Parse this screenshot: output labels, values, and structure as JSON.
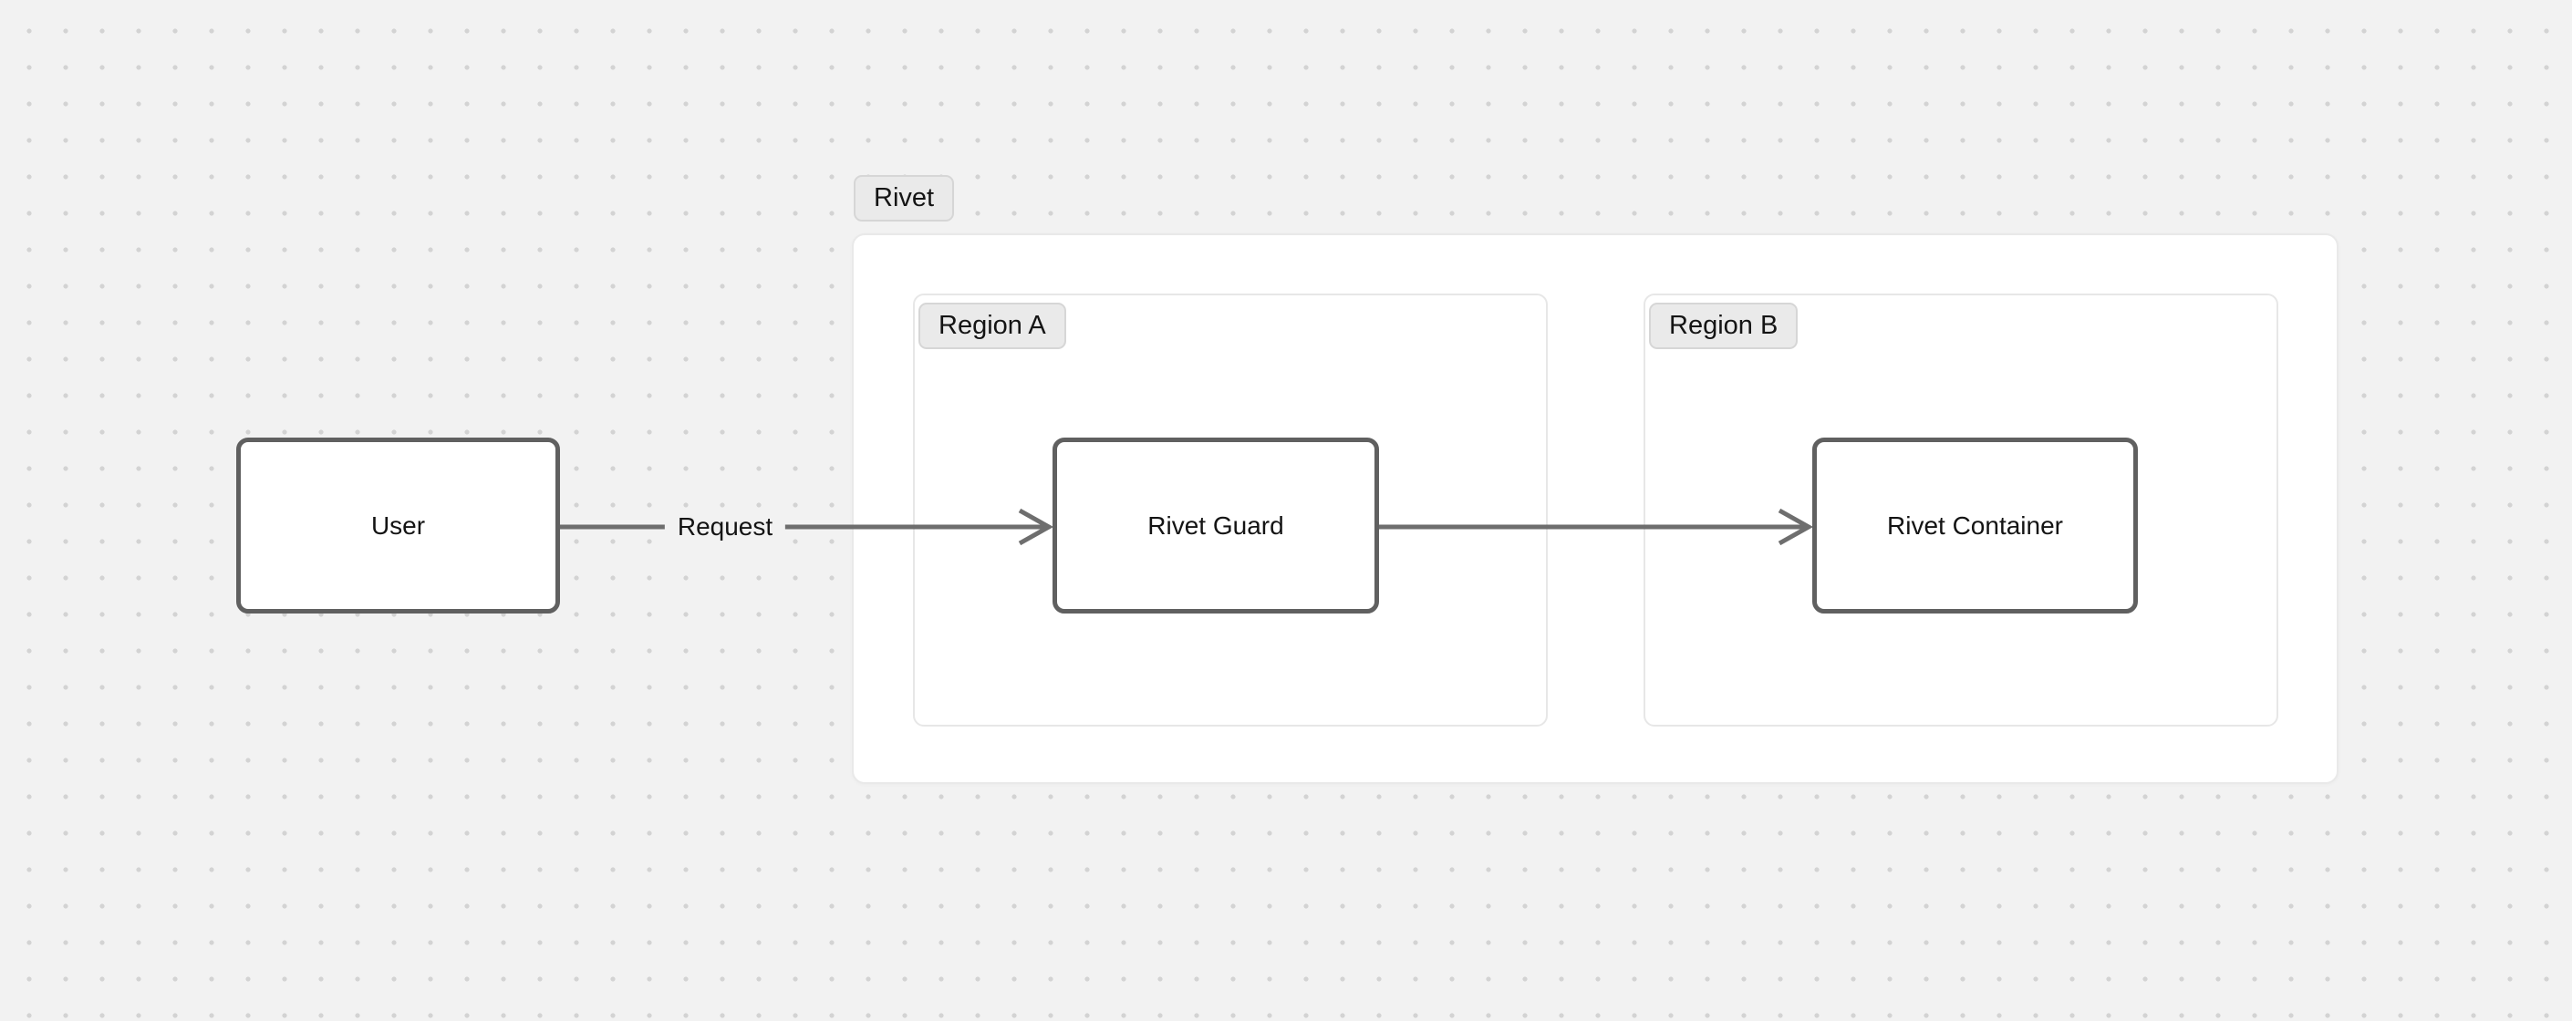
{
  "canvas": {
    "background_color": "#f2f2f2",
    "dot_color": "#d3d3d3"
  },
  "groups": {
    "rivet": {
      "label": "Rivet"
    },
    "region_a": {
      "label": "Region A"
    },
    "region_b": {
      "label": "Region B"
    }
  },
  "nodes": {
    "user": {
      "label": "User"
    },
    "rivet_guard": {
      "label": "Rivet Guard"
    },
    "rivet_container": {
      "label": "Rivet Container"
    }
  },
  "edges": [
    {
      "from": "user",
      "to": "rivet_guard",
      "label": "Request"
    },
    {
      "from": "rivet_guard",
      "to": "rivet_container",
      "label": ""
    }
  ],
  "colors": {
    "node_border": "#606060",
    "node_fill": "#ffffff",
    "edge_stroke": "#6e6e6e",
    "badge_background": "#eaeaea",
    "badge_border": "#d6d6d6",
    "group_fill": "#ffffff",
    "group_border": "#e8e8e8",
    "text": "#141414"
  }
}
